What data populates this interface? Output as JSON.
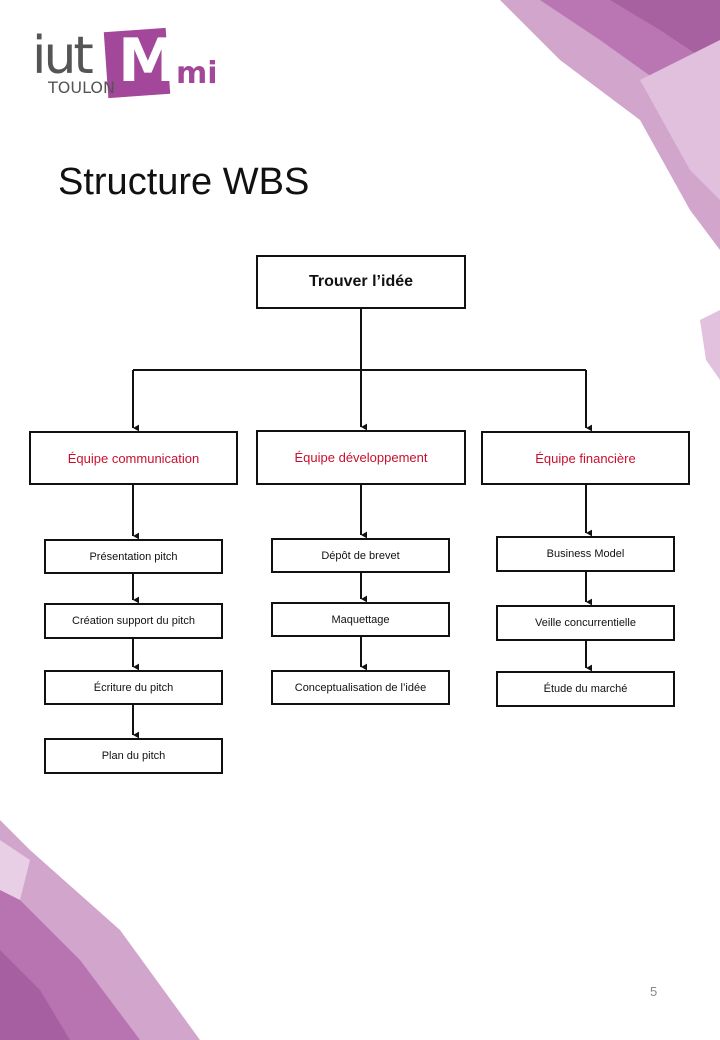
{
  "logo": {
    "iut": "iut",
    "toulon": "TOULON",
    "m": "M",
    "mi": "mi"
  },
  "title": "Structure WBS",
  "wbs": {
    "root": "Trouver l’idée",
    "teams": [
      {
        "label": "Équipe communication",
        "tasks": [
          "Présentation pitch",
          "Création support du pitch",
          "Écriture du pitch",
          "Plan du pitch"
        ]
      },
      {
        "label": "Équipe développement",
        "tasks": [
          "Dépôt de brevet",
          "Maquettage",
          "Conceptualisation de l’idée"
        ]
      },
      {
        "label": "Équipe financière",
        "tasks": [
          "Business Model",
          "Veille concurrentielle",
          "Étude du marché"
        ]
      }
    ]
  },
  "colors": {
    "accent": "#a2479a",
    "team_text": "#c8102e"
  },
  "page_number": "5"
}
